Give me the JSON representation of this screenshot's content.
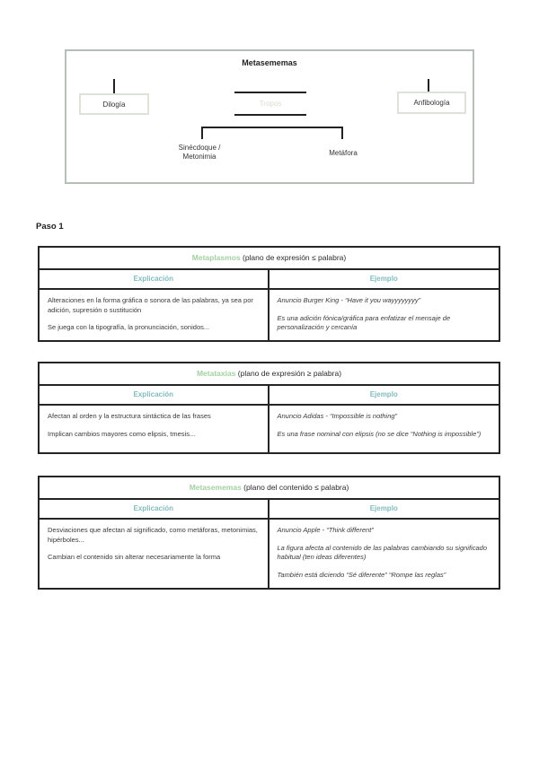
{
  "diagram": {
    "title": "Metasememas",
    "left_box": "Dilogía",
    "center_node": "Tropos",
    "right_box": "Anfibología",
    "child_left_line1": "Sinécdoque /",
    "child_left_line2": "Metonimia",
    "child_right": "Metáfora"
  },
  "step_heading": "Paso 1",
  "colors": {
    "term_green": "#a3d1a0",
    "header_teal": "#82bcbf",
    "tropos_text": "#d6dfd2",
    "node_border": "#dde3d8",
    "diagram_border": "#b7bdb7",
    "table_border": "#242424"
  },
  "tables": [
    {
      "title_term": "Metaplasmos",
      "title_rest": " (plano de expresión ≤ palabra)",
      "col_explicacion": "Explicación",
      "col_ejemplo": "Ejemplo",
      "explicacion": [
        "Alteraciones en la forma gráfica o sonora de las palabras, ya sea por adición, supresión o sustitución",
        "Se juega con la tipografía, la pronunciación, sonidos..."
      ],
      "ejemplo": [
        "Anuncio Burger King - “Have it you wayyyyyyyy”",
        "Es una adición fónica/gráfica para enfatizar el mensaje de personalización y cercanía"
      ]
    },
    {
      "title_term": "Metataxias",
      "title_rest": " (plano de expresión ≥ palabra)",
      "col_explicacion": "Explicación",
      "col_ejemplo": "Ejemplo",
      "explicacion": [
        "Afectan al orden y la estructura sintáctica de las frases",
        "Implican cambios mayores como elipsis, tmesis..."
      ],
      "ejemplo": [
        "Anuncio Adidas - “Impossible is nothing”",
        "Es una frase nominal con elipsis (no se dice “Nothing is impossible”)"
      ]
    },
    {
      "title_term": "Metasememas",
      "title_rest": " (plano del contenido ≤ palabra)",
      "col_explicacion": "Explicación",
      "col_ejemplo": "Ejemplo",
      "explicacion": [
        "Desviaciones que afectan al significado, como metáforas, metonimias, hipérboles...",
        "Cambian el contenido sin alterar necesariamente la forma"
      ],
      "ejemplo": [
        "Anuncio Apple - “Think different”",
        "La figura afecta al contenido de las palabras cambiando su significado habitual (ten ideas diferentes)",
        "También está diciendo “Sé diferente” “Rompe las reglas”"
      ]
    }
  ]
}
